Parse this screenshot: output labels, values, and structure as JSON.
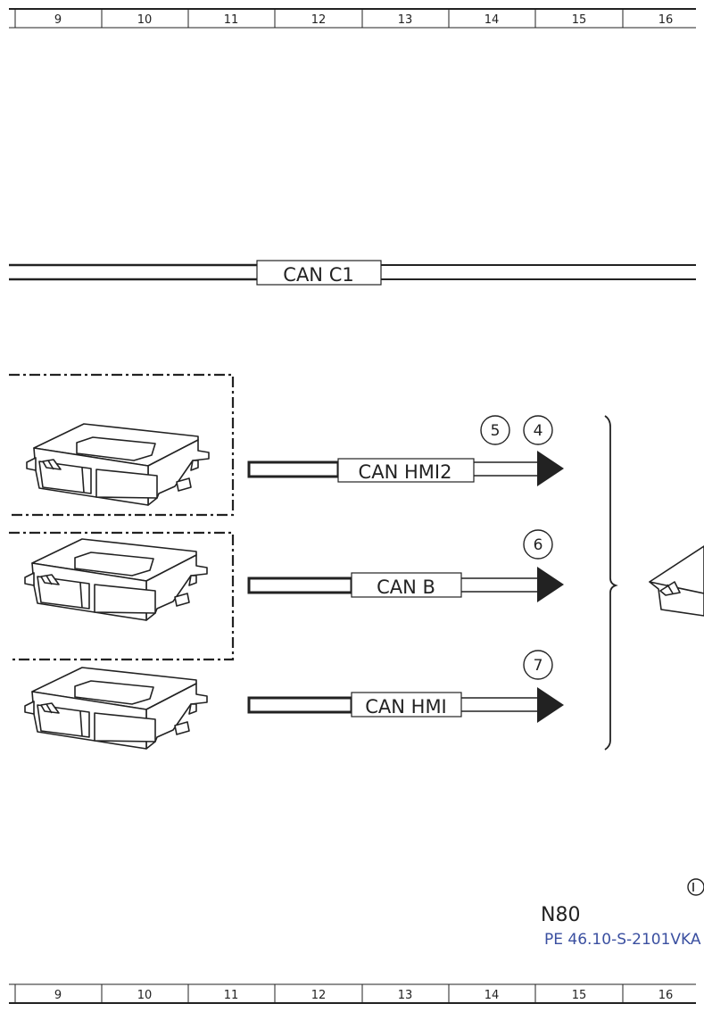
{
  "ruler": {
    "columns": [
      "9",
      "10",
      "11",
      "12",
      "13",
      "14",
      "15",
      "16"
    ]
  },
  "buses": {
    "can_c1": "CAN C1",
    "can_hmi2": "CAN HMI2",
    "can_b": "CAN B",
    "can_hmi": "CAN HMI"
  },
  "markers": {
    "m5": "5",
    "m4": "4",
    "m6": "6",
    "m7": "7"
  },
  "component": {
    "name": "N80",
    "reference": "PE 46.10-S-2101VKA"
  },
  "colors": {
    "line": "#222222",
    "reference_text": "#3a4fa0"
  }
}
